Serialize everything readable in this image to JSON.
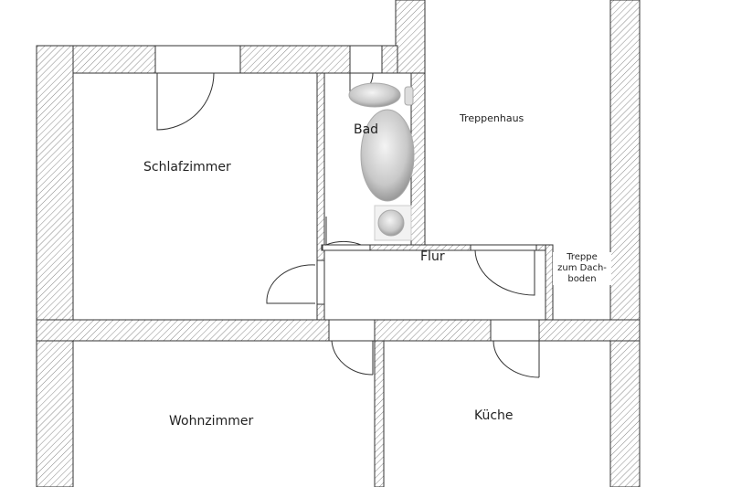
{
  "rooms": {
    "schlafzimmer": "Schlafzimmer",
    "bad": "Bad",
    "treppenhaus": "Treppenhaus",
    "flur": "Flur",
    "wohnzimmer": "Wohnzimmer",
    "kueche": "Küche"
  },
  "stair_note": {
    "line1": "Treppe",
    "line2": "zum Dach-",
    "line3": "boden"
  },
  "colors": {
    "wall_line": "#333333",
    "hatch": "#777777",
    "fixture": "#bbbbbb"
  }
}
